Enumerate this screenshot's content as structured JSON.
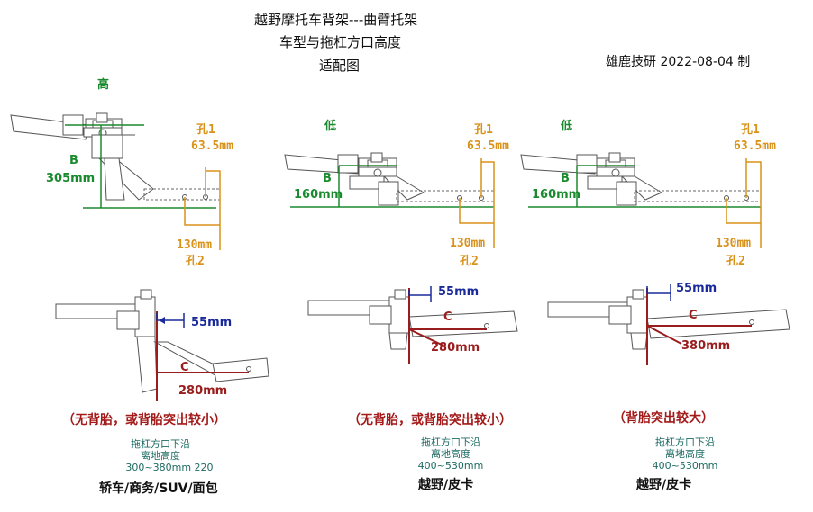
{
  "header": {
    "title_line1": "越野摩托车背架---曲臂托架",
    "title_line2": "车型与拖杠方口高度",
    "title_line3": "适配图",
    "credit": "雄鹿技研  2022-08-04  制"
  },
  "panels": [
    {
      "mode": "高",
      "b_label": "B",
      "b_value": "305mm",
      "hole1": "孔1",
      "hole1_value": "63.5mm",
      "hole2": "孔2",
      "hole2_value": "130mm",
      "offset": "55mm",
      "c_label": "C",
      "c_value": "280mm",
      "note": "（无背胎，或背胎突出较小）",
      "hitch_lines": [
        "拖杠方口下沿",
        "离地高度",
        "300~380mm   220"
      ],
      "vehicles": "轿车/商务/SUV/面包"
    },
    {
      "mode": "低",
      "b_label": "B",
      "b_value": "160mm",
      "hole1": "孔1",
      "hole1_value": "63.5mm",
      "hole2": "孔2",
      "hole2_value": "130mm",
      "offset": "55mm",
      "c_label": "C",
      "c_value": "280mm",
      "note": "（无背胎，或背胎突出较小）",
      "hitch_lines": [
        "拖杠方口下沿",
        "离地高度",
        "400~530mm"
      ],
      "vehicles": "越野/皮卡"
    },
    {
      "mode": "低",
      "b_label": "B",
      "b_value": "160mm",
      "hole1": "孔1",
      "hole1_value": "63.5mm",
      "hole2": "孔2",
      "hole2_value": "130mm",
      "offset": "55mm",
      "c_label": "C",
      "c_value": "380mm",
      "note": "（背胎突出较大）",
      "hitch_lines": [
        "拖杠方口下沿",
        "离地高度",
        "400~530mm"
      ],
      "vehicles": "越野/皮卡"
    }
  ],
  "colors": {
    "green": "#1a8a2e",
    "orange": "#d9921a",
    "blue": "#1a2a9a",
    "red": "#9a1d1d",
    "teal": "#1d6b63",
    "line_art": "#555555"
  }
}
